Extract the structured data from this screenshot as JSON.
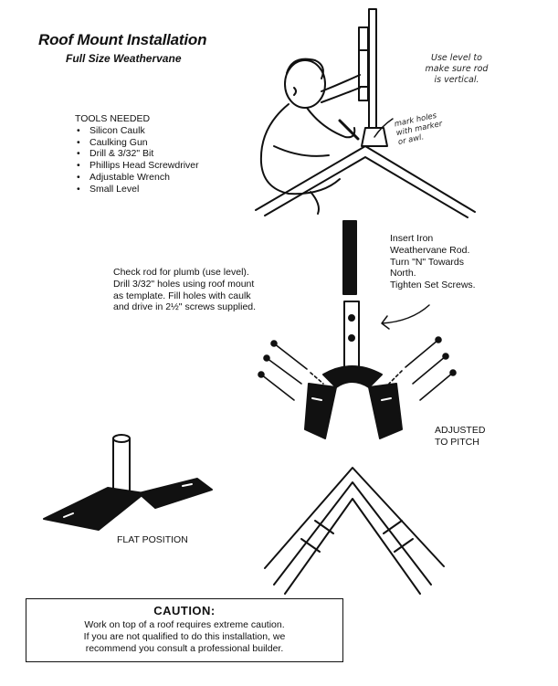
{
  "header": {
    "title": "Roof Mount Installation",
    "subtitle": "Full Size Weathervane"
  },
  "tools": {
    "heading": "TOOLS NEEDED",
    "items": [
      "Silicon Caulk",
      "Caulking Gun",
      "Drill & 3/32\" Bit",
      "Phillips Head Screwdriver",
      "Adjustable Wrench",
      "Small Level"
    ]
  },
  "notes": {
    "level": [
      "Use level to",
      "make sure rod",
      "is vertical."
    ],
    "mark": [
      "mark holes",
      "with marker",
      "or awl."
    ]
  },
  "insert_instructions": [
    "Insert Iron",
    "Weathervane Rod.",
    "Turn \"N\" Towards",
    "North.",
    "Tighten Set Screws."
  ],
  "check_instructions": [
    "Check rod for plumb (use level).",
    "Drill 3/32\" holes using roof mount",
    "as template. Fill holes with caulk",
    "and drive in 2½\" screws supplied."
  ],
  "labels": {
    "adjusted": [
      "ADJUSTED",
      "TO PITCH"
    ],
    "flat": "FLAT POSITION"
  },
  "caution": {
    "heading": "CAUTION:",
    "lines": [
      "Work on top of a roof requires extreme caution.",
      "If you are not qualified to do this installation, we",
      "recommend you consult a professional builder."
    ]
  }
}
